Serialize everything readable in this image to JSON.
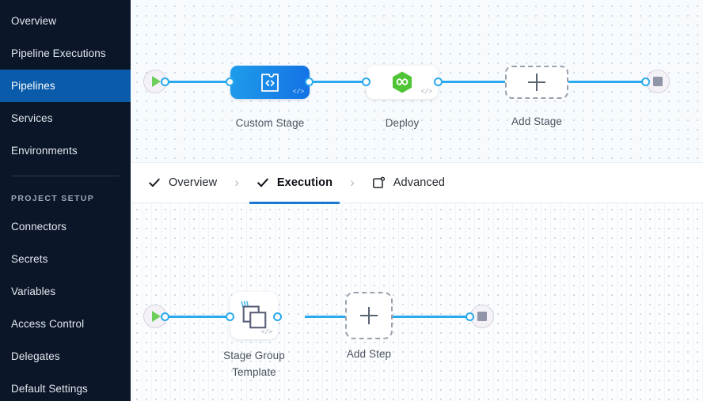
{
  "sidebar": {
    "items": [
      {
        "label": "Overview",
        "name": "sidebar-item-overview",
        "active": false
      },
      {
        "label": "Pipeline Executions",
        "name": "sidebar-item-pipeline-executions",
        "active": false
      },
      {
        "label": "Pipelines",
        "name": "sidebar-item-pipelines",
        "active": true
      },
      {
        "label": "Services",
        "name": "sidebar-item-services",
        "active": false
      },
      {
        "label": "Environments",
        "name": "sidebar-item-environments",
        "active": false
      }
    ],
    "section_title": "PROJECT SETUP",
    "setup_items": [
      {
        "label": "Connectors",
        "name": "sidebar-item-connectors"
      },
      {
        "label": "Secrets",
        "name": "sidebar-item-secrets"
      },
      {
        "label": "Variables",
        "name": "sidebar-item-variables"
      },
      {
        "label": "Access Control",
        "name": "sidebar-item-access-control"
      },
      {
        "label": "Delegates",
        "name": "sidebar-item-delegates"
      },
      {
        "label": "Default Settings",
        "name": "sidebar-item-default-settings"
      }
    ],
    "active_color": "#0a5cab",
    "background_color": "#0b1628"
  },
  "tabs": {
    "items": [
      {
        "label": "Overview",
        "icon": "check-icon",
        "active": false,
        "completed": true
      },
      {
        "label": "Execution",
        "icon": "check-icon",
        "active": true,
        "completed": true
      },
      {
        "label": "Advanced",
        "icon": "advanced-icon",
        "active": false,
        "completed": false
      }
    ],
    "separator": "›",
    "active_underline_color": "#1a78d4"
  },
  "stage_graph": {
    "start_node": {
      "label": "",
      "icon": "play-icon"
    },
    "end_node": {
      "label": "",
      "icon": "stop-icon"
    },
    "nodes": [
      {
        "label": "Custom Stage",
        "icon": "custom-stage-icon",
        "type": "custom",
        "selected": true,
        "code_badge": "</>"
      },
      {
        "label": "Deploy",
        "icon": "deploy-icon",
        "type": "deploy",
        "selected": false,
        "code_badge": "</>"
      },
      {
        "label": "Add Stage",
        "icon": "plus-icon",
        "type": "add",
        "selected": false,
        "code_badge": ""
      }
    ],
    "edge_color": "#2aa9ef"
  },
  "step_graph": {
    "start_node": {
      "label": "",
      "icon": "play-icon"
    },
    "end_node": {
      "label": "",
      "icon": "stop-icon"
    },
    "nodes": [
      {
        "label": "Stage Group\nTemplate",
        "icon": "stage-group-template-icon",
        "type": "template",
        "code_badge": "</>"
      },
      {
        "label": "Add Step",
        "icon": "plus-icon",
        "type": "add",
        "code_badge": ""
      }
    ],
    "edge_color": "#2aa9ef"
  }
}
